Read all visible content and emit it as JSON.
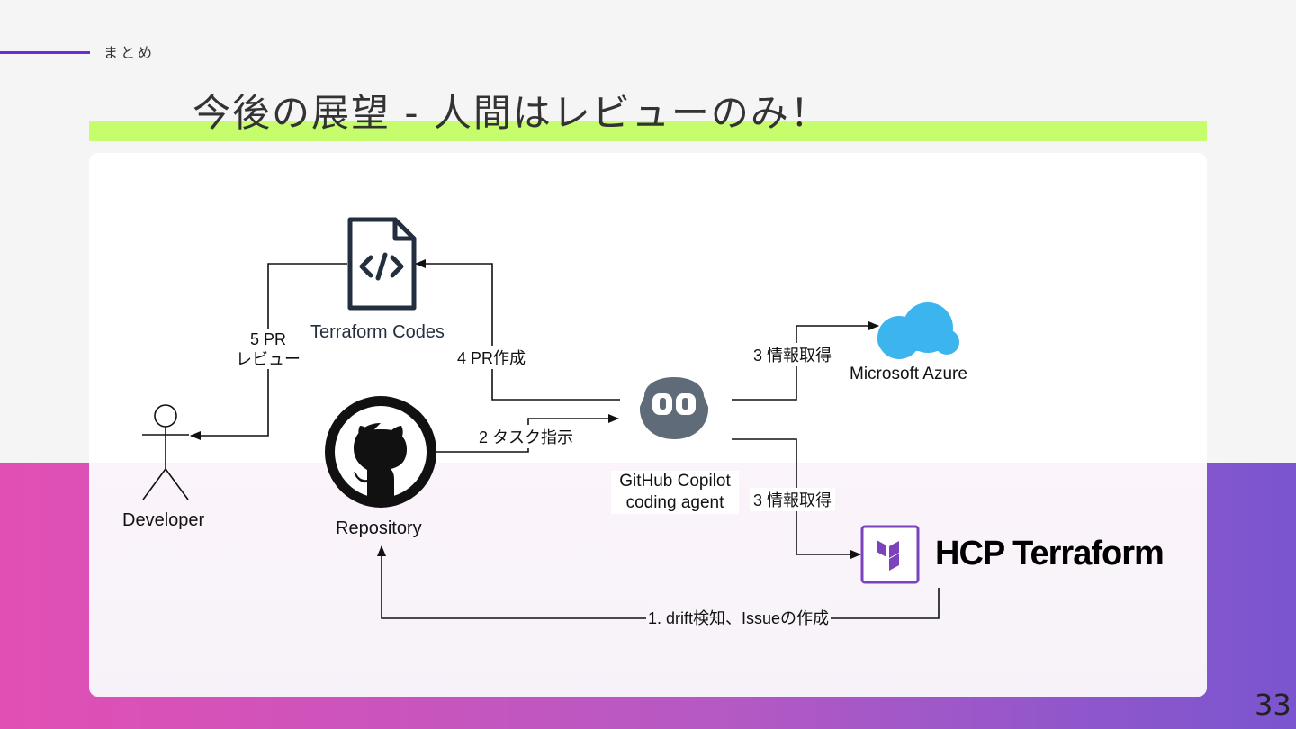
{
  "header": {
    "section_label": "まとめ",
    "title": "今後の展望 - 人間はレビューのみ！"
  },
  "page_number": "33",
  "diagram": {
    "nodes": {
      "terraform_codes": "Terraform Codes",
      "developer": "Developer",
      "repository": "Repository",
      "copilot_line1": "GitHub Copilot",
      "copilot_line2": "coding agent",
      "azure": "Microsoft Azure",
      "hcp": "HCP Terraform"
    },
    "edges": {
      "pr_review_line1": "5 PR",
      "pr_review_line2": "レビュー",
      "pr_create": "4 PR作成",
      "task": "2 タスク指示",
      "info_azure": "3 情報取得",
      "info_hcp": "3 情報取得",
      "drift": "1. drift検知、Issueの作成"
    },
    "colors": {
      "hcp_purple": "#7b42bc",
      "azure_blue": "#3cb5ee",
      "terraform_file": "#232f3e",
      "copilot_gray": "#5f6b78",
      "highlight_green": "#c6fd6c",
      "accent_purple": "#6a2cd8"
    },
    "icons": [
      "code-file-icon",
      "github-icon",
      "copilot-icon",
      "cloud-icon",
      "terraform-logo-icon",
      "stick-figure-icon"
    ]
  }
}
